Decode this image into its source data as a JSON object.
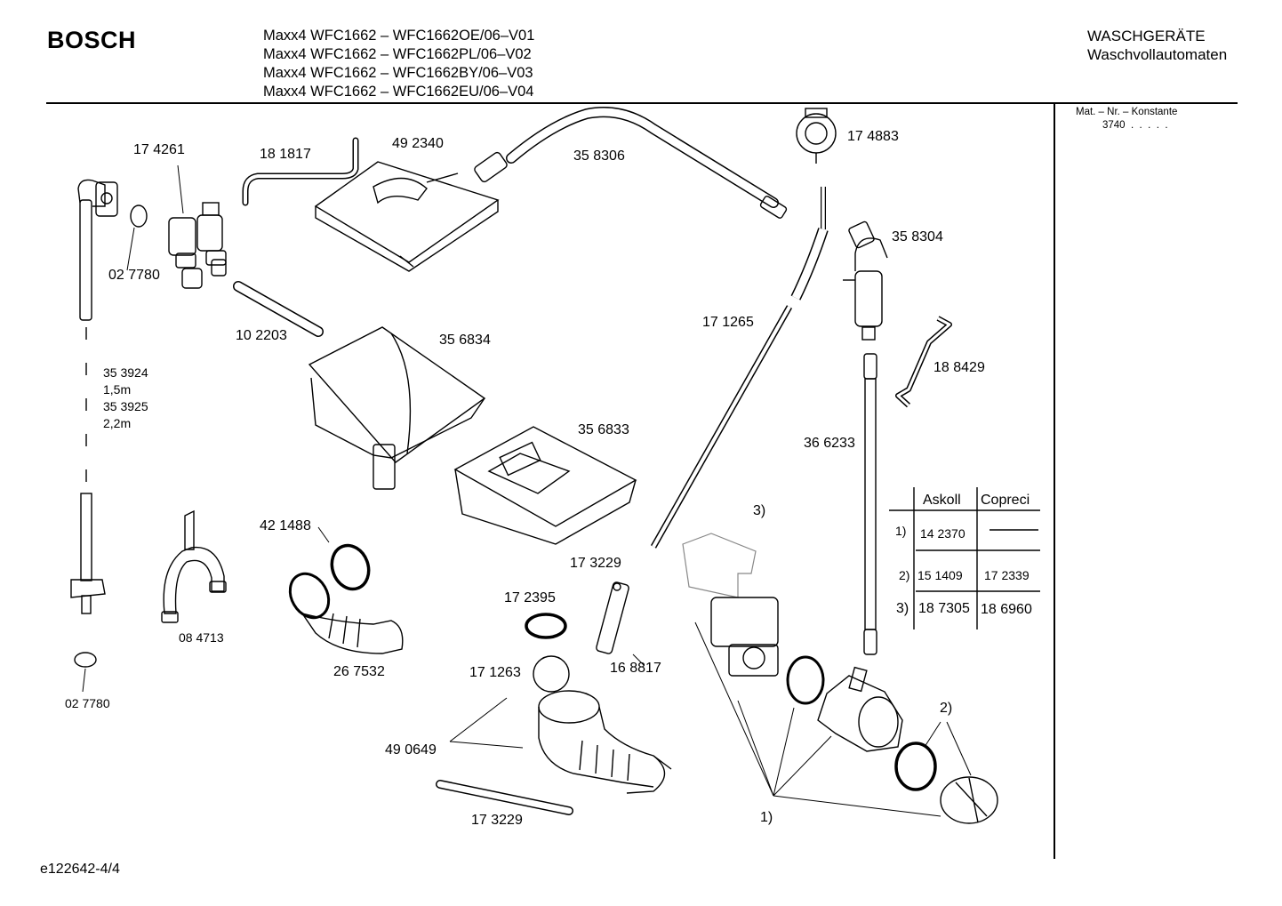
{
  "header": {
    "brand": "BOSCH",
    "models": [
      "Maxx4 WFC1662 – WFC1662OE/06–V01",
      "Maxx4 WFC1662 – WFC1662PL/06–V02",
      "Maxx4 WFC1662 – WFC1662BY/06–V03",
      "Maxx4 WFC1662 – WFC1662EU/06–V04"
    ],
    "category": "WASCHGERÄTE",
    "subcategory": "Waschvollautomaten"
  },
  "side_panel": {
    "label": "Mat. – Nr. – Konstante",
    "value": "3740  .  .  .  .  ."
  },
  "footer": {
    "code": "e122642-4/4"
  },
  "parts": {
    "p174261": "17 4261",
    "p181817": "18 1817",
    "p492340": "49 2340",
    "p358306": "35 8306",
    "p174883": "17 4883",
    "p027780a": "02 7780",
    "p102203": "10 2203",
    "p358304": "35 8304",
    "p171265": "17 1265",
    "p356834": "35 6834",
    "p188429": "18 8429",
    "p353924": "35 3924",
    "len15": "1,5m",
    "p353925": "35 3925",
    "len22": "2,2m",
    "p356833": "35 6833",
    "p366233": "36 6233",
    "p421488": "42 1488",
    "p173229a": "17 3229",
    "p084713": "08 4713",
    "p172395": "17 2395",
    "p267532": "26 7532",
    "p171263": "17 1263",
    "p168817": "16 8817",
    "p027780b": "02 7780",
    "p490649": "49 0649",
    "p173229b": "17 3229",
    "note3": "3)",
    "note2": "2)",
    "note1": "1)"
  },
  "pump_table": {
    "col1": "Askoll",
    "col2": "Copreci",
    "rows": [
      {
        "key": "1)",
        "askoll": "14 2370",
        "copreci": ""
      },
      {
        "key": "2)",
        "askoll": "15 1409",
        "copreci": "17 2339"
      },
      {
        "key": "3)",
        "askoll": "18 7305",
        "copreci": "18 6960"
      }
    ]
  }
}
